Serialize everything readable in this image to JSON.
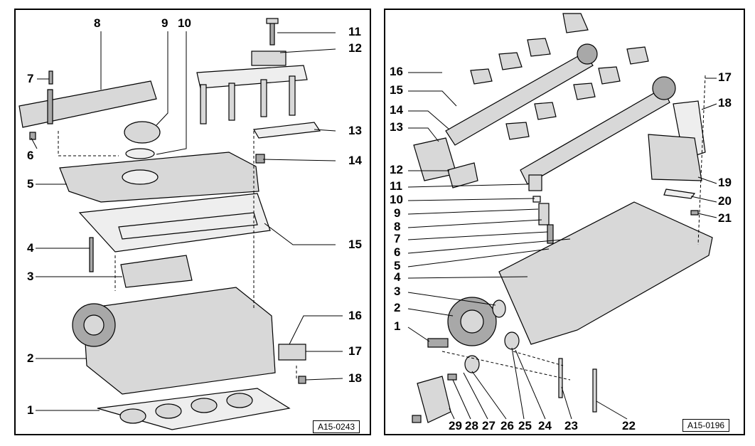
{
  "left": {
    "figure_id": "A15-0243",
    "callouts": [
      "1",
      "2",
      "3",
      "4",
      "5",
      "6",
      "7",
      "8",
      "9",
      "10",
      "11",
      "12",
      "13",
      "14",
      "15",
      "16",
      "17",
      "18"
    ]
  },
  "right": {
    "figure_id": "A15-0196",
    "callouts": [
      "1",
      "2",
      "3",
      "4",
      "5",
      "6",
      "7",
      "8",
      "9",
      "10",
      "11",
      "12",
      "13",
      "14",
      "15",
      "16",
      "17",
      "18",
      "19",
      "20",
      "21",
      "22",
      "23",
      "24",
      "25",
      "26",
      "27",
      "28",
      "29"
    ]
  }
}
